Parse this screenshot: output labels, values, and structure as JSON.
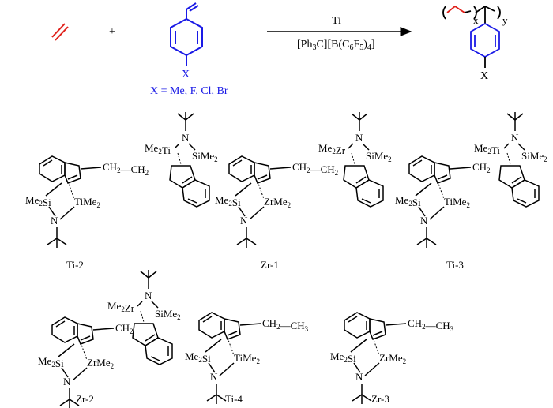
{
  "reaction": {
    "plus": "+",
    "catalyst": "Ti",
    "cocatalyst": "[Ph3C][B(C6F5)4]",
    "monomer_substituent": "X",
    "substituent_options": "X = Me, F, Cl, Br",
    "product_subscript_x": "x",
    "product_subscript_y": "y",
    "product_substituent": "X"
  },
  "complexes": [
    {
      "id": "Ti-2",
      "metal_top": "Me2Ti",
      "metal_bottom": "TiMe2",
      "bridge": "CH2—CH2",
      "si_top": "SiMe2",
      "si_bottom": "Me2Si",
      "n": "N"
    },
    {
      "id": "Zr-1",
      "metal_top": "Me2Zr",
      "metal_bottom": "ZrMe2",
      "bridge": "CH2—CH2",
      "si_top": "SiMe2",
      "si_bottom": "Me2Si",
      "n": "N"
    },
    {
      "id": "Ti-3",
      "metal_top": "Me2Ti",
      "metal_bottom": "TiMe2",
      "bridge": "CH2",
      "si_top": "SiMe2",
      "si_bottom": "Me2Si",
      "n": "N"
    },
    {
      "id": "Zr-2",
      "metal_top": "Me2Zr",
      "metal_bottom": "ZrMe2",
      "bridge": "CH2",
      "si_top": "SiMe2",
      "si_bottom": "Me2Si",
      "n": "N"
    },
    {
      "id": "Ti-4",
      "metal_bottom": "TiMe2",
      "bridge": "CH2—CH3",
      "si_bottom": "Me2Si",
      "n": "N"
    },
    {
      "id": "Zr-3",
      "metal_bottom": "ZrMe2",
      "bridge": "CH2—CH3",
      "si_bottom": "Me2Si",
      "n": "N"
    }
  ],
  "colors": {
    "ethylene": "#e0201a",
    "styrene": "#1a1ae6",
    "polymer_ethylene": "#e0201a",
    "polymer_styrene": "#1a1ae6",
    "ink": "#000000"
  }
}
